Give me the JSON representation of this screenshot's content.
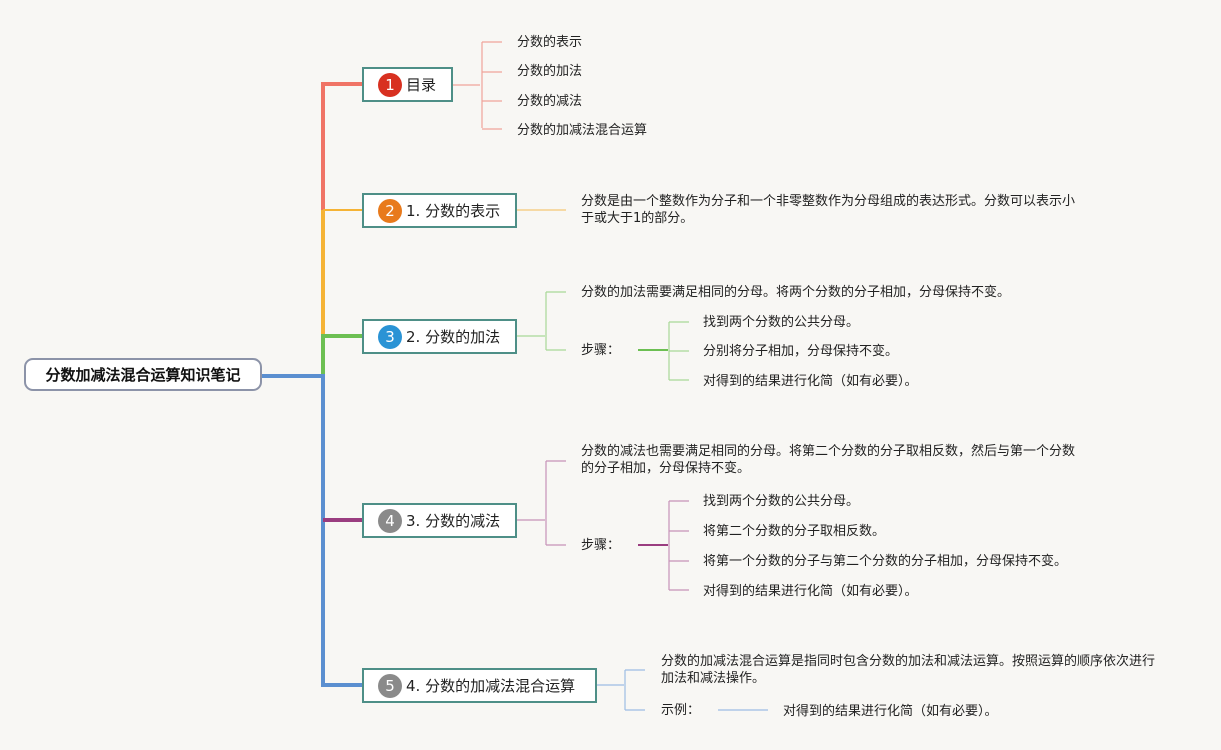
{
  "root": {
    "title": "分数加减法混合运算知识笔记"
  },
  "topics": [
    {
      "number": "1",
      "label": "目录",
      "badge_color": "#d83020",
      "branch_color": "#f07466",
      "children": [
        "分数的表示",
        "分数的加法",
        "分数的减法",
        "分数的加减法混合运算"
      ]
    },
    {
      "number": "2",
      "label": "1. 分数的表示",
      "badge_color": "#e87a1c",
      "branch_color": "#f5b335",
      "text": "分数是由一个整数作为分子和一个非零整数作为分母组成的表达形式。分数可以表示小于或大于1的部分。"
    },
    {
      "number": "3",
      "label": "2. 分数的加法",
      "badge_color": "#2a93d5",
      "branch_color": "#6cbf52",
      "text": "分数的加法需要满足相同的分母。将两个分数的分子相加，分母保持不变。",
      "steps_label": "步骤：",
      "steps": [
        "找到两个分数的公共分母。",
        "分别将分子相加，分母保持不变。",
        "对得到的结果进行化简（如有必要）。"
      ]
    },
    {
      "number": "4",
      "label": "3. 分数的减法",
      "badge_color": "#8a8a8a",
      "branch_color": "#9a3d80",
      "text": "分数的减法也需要满足相同的分母。将第二个分数的分子取相反数，然后与第一个分数的分子相加，分母保持不变。",
      "steps_label": "步骤：",
      "steps": [
        "找到两个分数的公共分母。",
        "将第二个分数的分子取相反数。",
        "将第一个分数的分子与第二个分数的分子相加，分母保持不变。",
        "对得到的结果进行化简（如有必要）。"
      ]
    },
    {
      "number": "5",
      "label": "4. 分数的加减法混合运算",
      "badge_color": "#8a8a8a",
      "branch_color": "#5b8fd0",
      "text": "分数的加减法混合运算是指同时包含分数的加法和减法运算。按照运算的顺序依次进行加法和减法操作。",
      "example_label": "示例：",
      "example": "对得到的结果进行化简（如有必要）。"
    }
  ]
}
